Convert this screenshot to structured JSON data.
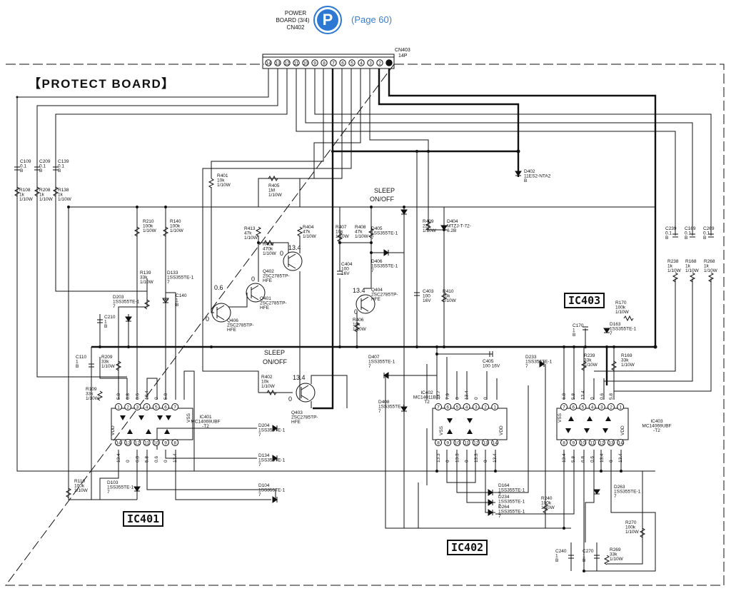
{
  "header": {
    "connector_label_1": "POWER",
    "connector_label_2": "BOARD (3/4)",
    "connector_label_3": "CN402",
    "badge_letter": "P",
    "page_ref": "(Page 60)",
    "cn403": "CN403",
    "cn403_pins": "14P"
  },
  "board_title": "【PROTECT BOARD】",
  "ic_boxes": {
    "ic401": "IC401",
    "ic402": "IC402",
    "ic403": "IC403"
  },
  "switch_labels": {
    "sleep_1": "SLEEP",
    "onoff_1": "ON/OFF",
    "sleep_2": "SLEEP",
    "onoff_2": "ON/OFF"
  },
  "connector_pins": [
    "14",
    "13",
    "12",
    "11",
    "10",
    "9",
    "8",
    "7",
    "6",
    "5",
    "4",
    "3",
    "2",
    "1"
  ],
  "ics": [
    {
      "id": "IC401",
      "lines": [
        "IC401",
        "MC14069UBF",
        "-T2"
      ]
    },
    {
      "id": "IC402",
      "lines": [
        "IC402",
        "MC14011BF-",
        "T2"
      ]
    },
    {
      "id": "IC403",
      "lines": [
        "IC403",
        "MC14069UBF",
        "-T2"
      ]
    }
  ],
  "components": [
    {
      "id": "C109",
      "lines": [
        "C109",
        "0.1",
        "B"
      ]
    },
    {
      "id": "C209",
      "lines": [
        "C209",
        "0.1",
        "B"
      ]
    },
    {
      "id": "C139",
      "lines": [
        "C139",
        "0.1",
        "B"
      ]
    },
    {
      "id": "R108",
      "lines": [
        "R108",
        "1k",
        "1/10W"
      ]
    },
    {
      "id": "R208",
      "lines": [
        "R208",
        "1k",
        "1/10W"
      ]
    },
    {
      "id": "R138",
      "lines": [
        "R138",
        "1k",
        "1/10W"
      ]
    },
    {
      "id": "R210",
      "lines": [
        "R210",
        "100k",
        "1/10W"
      ]
    },
    {
      "id": "R140",
      "lines": [
        "R140",
        "100k",
        "1/10W"
      ]
    },
    {
      "id": "R139",
      "lines": [
        "R139",
        "33k",
        "1/10W"
      ]
    },
    {
      "id": "D133",
      "lines": [
        "D133",
        "1SS355TE-1",
        "7"
      ]
    },
    {
      "id": "C140",
      "lines": [
        "C140",
        "1",
        "B"
      ]
    },
    {
      "id": "D203",
      "lines": [
        "D203",
        "1SS355TE-1",
        "7"
      ]
    },
    {
      "id": "C210",
      "lines": [
        "C210",
        "1",
        "B"
      ]
    },
    {
      "id": "C110",
      "lines": [
        "C110",
        "1",
        "B"
      ]
    },
    {
      "id": "R209",
      "lines": [
        "R209",
        "33k",
        "1/10W"
      ]
    },
    {
      "id": "R109",
      "lines": [
        "R109",
        "33k",
        "1/10W"
      ]
    },
    {
      "id": "R401",
      "lines": [
        "R401",
        "10k",
        "1/10W"
      ]
    },
    {
      "id": "R405",
      "lines": [
        "R405",
        "1M",
        "1/10W"
      ]
    },
    {
      "id": "R413",
      "lines": [
        "R413",
        "47k",
        "1/10W"
      ]
    },
    {
      "id": "R403",
      "lines": [
        "R403",
        "470k",
        "1/10W"
      ]
    },
    {
      "id": "R404",
      "lines": [
        "R404",
        "47k",
        "1/10W"
      ]
    },
    {
      "id": "Q402",
      "lines": [
        "Q402",
        "2SC2785TP-",
        "HFE"
      ]
    },
    {
      "id": "Q401",
      "lines": [
        "Q401",
        "2SC2785TP-",
        "HFE"
      ]
    },
    {
      "id": "Q406",
      "lines": [
        "Q406",
        "2SC2785TP-",
        "HFE"
      ]
    },
    {
      "id": "R402",
      "lines": [
        "R402",
        "10k",
        "1/10W"
      ]
    },
    {
      "id": "Q403",
      "lines": [
        "Q403",
        "2SC2785TP-",
        "HFE"
      ]
    },
    {
      "id": "D204",
      "lines": [
        "D204",
        "1SS355TE-1",
        "7"
      ]
    },
    {
      "id": "D134",
      "lines": [
        "D134",
        "1SS355TE-1",
        "7"
      ]
    },
    {
      "id": "D104",
      "lines": [
        "D104",
        "1SS355TE-1",
        "7"
      ]
    },
    {
      "id": "D103",
      "lines": [
        "D103",
        "1SS355TE-1",
        "7"
      ]
    },
    {
      "id": "R110",
      "lines": [
        "R110",
        "100k",
        "1/10W"
      ]
    },
    {
      "id": "R407",
      "lines": [
        "R407",
        "10k",
        "1/10W"
      ]
    },
    {
      "id": "R408",
      "lines": [
        "R408",
        "47k",
        "1/10W"
      ]
    },
    {
      "id": "D405",
      "lines": [
        "D405",
        "1SS355TE-1",
        "7"
      ]
    },
    {
      "id": "D406",
      "lines": [
        "D406",
        "1SS355TE-1",
        "7"
      ]
    },
    {
      "id": "C404",
      "lines": [
        "C404",
        "100",
        "16V"
      ]
    },
    {
      "id": "Q404",
      "lines": [
        "Q404",
        "2SC2785TP-",
        "HFE"
      ]
    },
    {
      "id": "R406",
      "lines": [
        "R406",
        "10k",
        "1/10W"
      ]
    },
    {
      "id": "D407",
      "lines": [
        "D407",
        "1SS355TE-1",
        "7"
      ]
    },
    {
      "id": "D408",
      "lines": [
        "D408",
        "1SS355TE-1",
        "7"
      ]
    },
    {
      "id": "D402",
      "lines": [
        "D402",
        "11ES2-NTA2",
        "B"
      ]
    },
    {
      "id": "R409",
      "lines": [
        "R409",
        "22k",
        "1/10W"
      ]
    },
    {
      "id": "D404",
      "lines": [
        "D404",
        "MTZJ-T-72-",
        "6.2B"
      ]
    },
    {
      "id": "C403",
      "lines": [
        "C403",
        "100",
        "16V"
      ]
    },
    {
      "id": "R410",
      "lines": [
        "R410",
        "10k",
        "1/10W"
      ]
    },
    {
      "id": "C405",
      "lines": [
        "C405",
        "100 16V"
      ]
    },
    {
      "id": "D164",
      "lines": [
        "D164",
        "1SS355TE-1",
        "7"
      ]
    },
    {
      "id": "D234",
      "lines": [
        "D234",
        "1SS355TE-1",
        "7"
      ]
    },
    {
      "id": "D264",
      "lines": [
        "D264",
        "1SS355TE-1",
        "7"
      ]
    },
    {
      "id": "D233",
      "lines": [
        "D233",
        "1SS355TE-1",
        "7"
      ]
    },
    {
      "id": "R240",
      "lines": [
        "R240",
        "100k",
        "1/10W"
      ]
    },
    {
      "id": "C239",
      "lines": [
        "C239",
        "0.1",
        "B"
      ]
    },
    {
      "id": "C169",
      "lines": [
        "C169",
        "0.1",
        "B"
      ]
    },
    {
      "id": "C269",
      "lines": [
        "C269",
        "0.1",
        "B"
      ]
    },
    {
      "id": "R238",
      "lines": [
        "R238",
        "1k",
        "1/10W"
      ]
    },
    {
      "id": "R168",
      "lines": [
        "R168",
        "1k",
        "1/10W"
      ]
    },
    {
      "id": "R268",
      "lines": [
        "R268",
        "1k",
        "1/10W"
      ]
    },
    {
      "id": "R170",
      "lines": [
        "R170",
        "100k",
        "1/10W"
      ]
    },
    {
      "id": "C170",
      "lines": [
        "C170",
        "1",
        "B"
      ]
    },
    {
      "id": "D163",
      "lines": [
        "D163",
        "1SS355TE-1",
        "7"
      ]
    },
    {
      "id": "R239",
      "lines": [
        "R239",
        "33k",
        "1/10W"
      ]
    },
    {
      "id": "R169",
      "lines": [
        "R169",
        "33k",
        "1/10W"
      ]
    },
    {
      "id": "D263",
      "lines": [
        "D263",
        "1SS355TE-1",
        "7"
      ]
    },
    {
      "id": "R270",
      "lines": [
        "R270",
        "100k",
        "1/10W"
      ]
    },
    {
      "id": "C240",
      "lines": [
        "C240",
        "1",
        "B"
      ]
    },
    {
      "id": "C270",
      "lines": [
        "C270",
        "1",
        "B"
      ]
    },
    {
      "id": "R269",
      "lines": [
        "R269",
        "33k",
        "1/10W"
      ]
    }
  ],
  "voltages": [
    {
      "id": "q406-b",
      "text": "0"
    },
    {
      "id": "q401-b",
      "text": "0.6"
    },
    {
      "id": "q401-c",
      "text": "0"
    },
    {
      "id": "q402-c",
      "text": "13.4"
    },
    {
      "id": "q402-b",
      "text": "0"
    },
    {
      "id": "q403-c",
      "text": "13.4"
    },
    {
      "id": "q403-b",
      "text": "0"
    },
    {
      "id": "q404-c",
      "text": "13.4"
    },
    {
      "id": "q404-b",
      "text": "0"
    }
  ],
  "pin_voltages": {
    "ic401_top": [
      "5.8",
      "6.8",
      "0.6",
      "13.4",
      "0",
      "5.8"
    ],
    "ic401_bot": [
      "13.4",
      "0",
      "6.8",
      "5.8",
      "0.6",
      "0",
      "13.4"
    ],
    "ic402_top": [
      "13.7",
      "7.9",
      "0",
      "13.4",
      "0",
      "0"
    ],
    "ic402_bot": [
      "13.3",
      "0",
      "13.3",
      "0",
      "13.3",
      "0",
      "13.4"
    ],
    "ic403_top": [
      "6.8",
      "5.8",
      "13.4",
      "0",
      "0.6",
      "5.8"
    ],
    "ic403_bot": [
      "13.4",
      "5.8",
      "6.8",
      "0.6",
      "13.4",
      "0",
      "13.4"
    ]
  },
  "ic_pin_numbers": {
    "top": [
      "1",
      "2",
      "3",
      "4",
      "5",
      "6",
      "7"
    ],
    "bottom": [
      "14",
      "13",
      "12",
      "11",
      "10",
      "9",
      "8"
    ],
    "top_rev": [
      "7",
      "6",
      "5",
      "4",
      "3",
      "2",
      "1"
    ],
    "bottom_rev": [
      "8",
      "9",
      "10",
      "11",
      "12",
      "13",
      "14"
    ],
    "vss": "VSS",
    "vdd": "VDD"
  }
}
